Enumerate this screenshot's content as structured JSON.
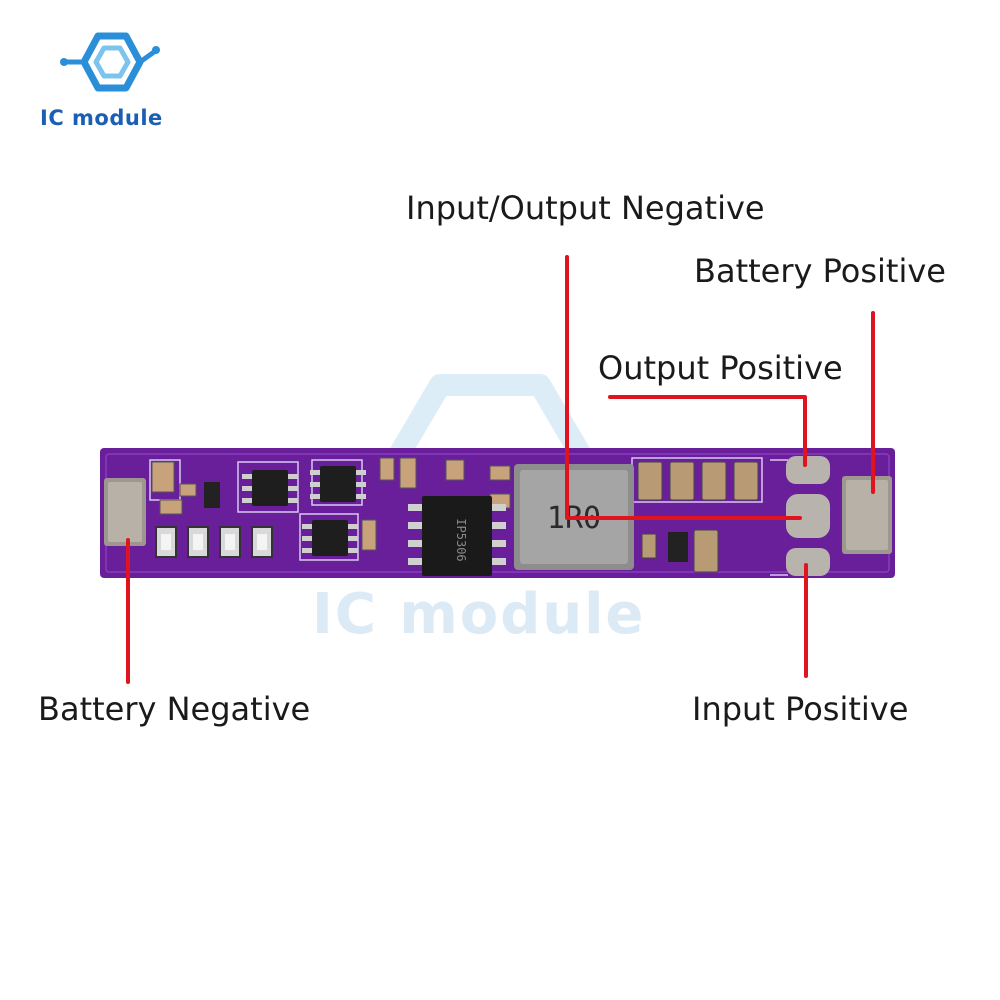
{
  "brand": {
    "logo_text": "IC module",
    "watermark_text": "IC module",
    "logo_icon": "hexagon-circuit-icon",
    "color": "#1a5fb4"
  },
  "board": {
    "pcb_color": "#6a1f9a",
    "inductor_marking": "1R0",
    "ic_marking": "IP5306"
  },
  "labels": {
    "io_negative": "Input/Output Negative",
    "battery_positive": "Battery Positive",
    "output_positive": "Output Positive",
    "battery_negative": "Battery Negative",
    "input_positive": "Input Positive"
  },
  "leader_color": "#e0141e"
}
